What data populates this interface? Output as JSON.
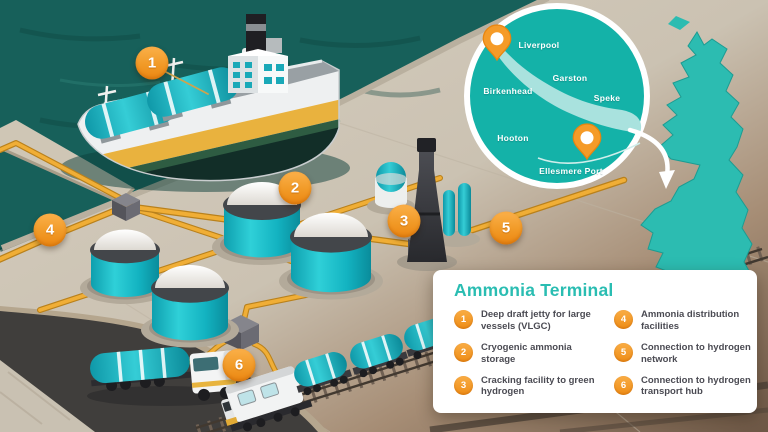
{
  "map_inset": {
    "labels": [
      "Liverpool",
      "Garston",
      "Birkenhead",
      "Speke",
      "Hooton",
      "Ellesmere Port"
    ]
  },
  "markers": [
    {
      "num": "1"
    },
    {
      "num": "2"
    },
    {
      "num": "3"
    },
    {
      "num": "4"
    },
    {
      "num": "5"
    },
    {
      "num": "6"
    }
  ],
  "legend": {
    "title": "Ammonia Terminal",
    "items": [
      {
        "num": "1",
        "label": "Deep draft jetty for large vessels (VLGC)"
      },
      {
        "num": "2",
        "label": "Cryogenic ammonia storage"
      },
      {
        "num": "3",
        "label": "Cracking facility to green hydrogen"
      },
      {
        "num": "4",
        "label": "Ammonia distribution facilities"
      },
      {
        "num": "5",
        "label": "Connection to hydrogen network"
      },
      {
        "num": "6",
        "label": "Connection to hydrogen transport hub"
      }
    ]
  },
  "colors": {
    "accent_teal": "#2abdb2",
    "marker_orange": "#f19a27",
    "pipe_yellow": "#f0ae36",
    "water": "#17605a"
  }
}
